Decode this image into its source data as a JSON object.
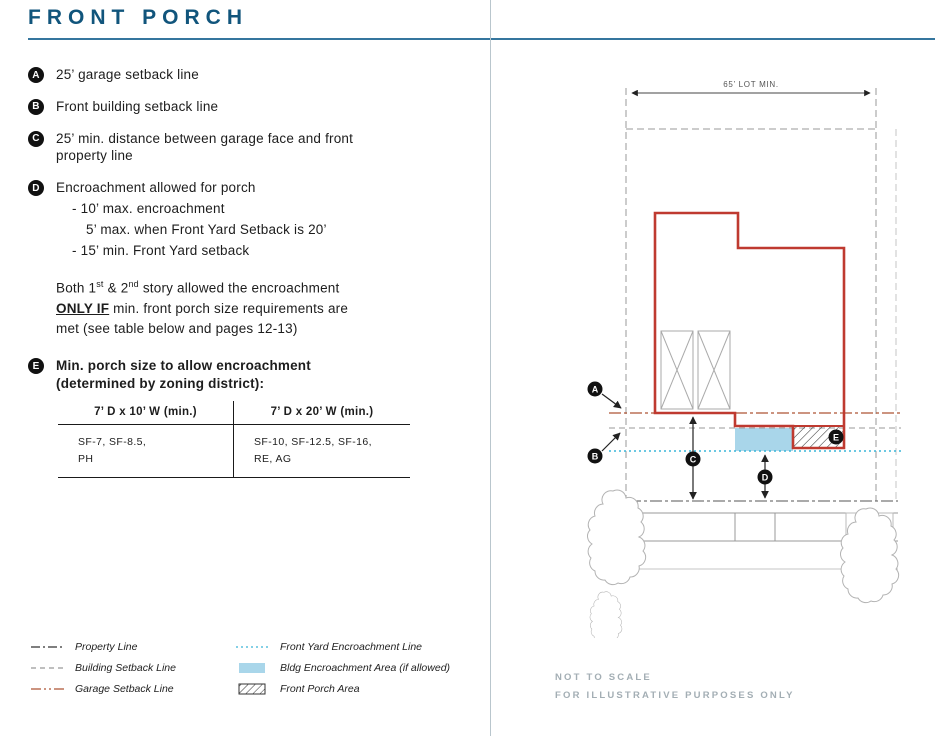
{
  "page": {
    "title": "FRONT PORCH",
    "not_to_scale": "NOT TO SCALE",
    "illustrative": "FOR ILLUSTRATIVE PURPOSES ONLY"
  },
  "list": {
    "a": {
      "badge": "A",
      "text": "25’ garage setback line"
    },
    "b": {
      "badge": "B",
      "text": "Front building setback line"
    },
    "c": {
      "badge": "C",
      "text": "25’ min. distance between garage face and front property line"
    },
    "d": {
      "badge": "D",
      "text": "Encroachment allowed for porch",
      "sub1": "- 10’ max. encroachment",
      "sub2": "5’ max. when Front Yard Setback is 20’",
      "sub3": "- 15’ min. Front Yard setback"
    },
    "note": {
      "p1": "Both 1",
      "sup1": "st",
      "p2": " & 2",
      "sup2": "nd",
      "p3": " story allowed the encroachment ",
      "only_if": "ONLY IF",
      "p4": " min. front porch size requirements are met (see table below and pages 12-13)"
    },
    "e": {
      "badge": "E",
      "line1": "Min. porch size to allow encroachment",
      "line2": "(determined by zoning district):"
    }
  },
  "table": {
    "col1_header": "7’ D x 10’ W (min.)",
    "col2_header": "7’ D x 20’ W (min.)",
    "col1_line1": "SF-7, SF-8.5,",
    "col1_line2": "PH",
    "col2_line1": "SF-10, SF-12.5, SF-16,",
    "col2_line2": "RE, AG"
  },
  "legend": {
    "property_line": "Property Line",
    "building_setback_line": "Building Setback Line",
    "garage_setback_line": "Garage Setback Line",
    "front_yard_encroachment_line": "Front Yard Encroachment Line",
    "bldg_encroachment_area": "Bldg Encroachment Area (if allowed)",
    "front_porch_area": "Front Porch Area"
  },
  "diagram": {
    "lot_width_label": "65’ LOT MIN.",
    "badge_a": "A",
    "badge_b": "B",
    "badge_c": "C",
    "badge_d": "D",
    "badge_e": "E"
  },
  "colors": {
    "title": "#11557c",
    "rule": "#35769e",
    "house_outline": "#bf3a30",
    "bldg_encroachment_fill": "#a9d6ea",
    "encroachment_line": "#3ab5d8",
    "garage_setback_line": "#ad5434",
    "building_setback_line": "#999999",
    "property_line": "#555555",
    "badge_bg": "#111111"
  }
}
